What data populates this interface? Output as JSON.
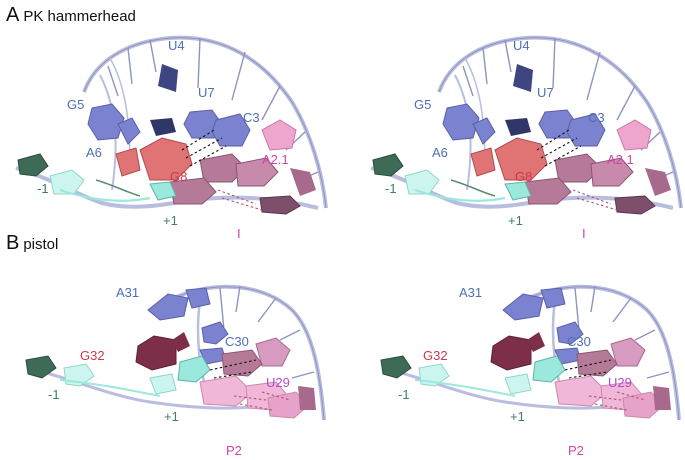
{
  "panels": [
    {
      "letter": "A",
      "name": "PK hammerhead",
      "labels": {
        "u4": "U4",
        "g5": "G5",
        "u7": "U7",
        "c3": "C3",
        "a6": "A6",
        "a21": "A2.1",
        "g8": "G8",
        "m1": "-1",
        "p1": "+1",
        "i": "I"
      }
    },
    {
      "letter": "B",
      "name": "pistol",
      "labels": {
        "a31": "A31",
        "c30": "C30",
        "g32": "G32",
        "u29": "U29",
        "m1": "-1",
        "p1": "+1",
        "p2": "P2"
      }
    }
  ],
  "colors": {
    "backbone": "#b9bee0",
    "backbone_dark": "#8e94c0",
    "blue": "#7b82cf",
    "blue_label": "#4f6fb5",
    "navy": "#3d4680",
    "red": "#e07373",
    "red_label": "#cc3a4a",
    "pink": "#eea6cf",
    "pink_dark": "#a76a8c",
    "magenta_label": "#cf45a6",
    "teal": "#9be8dc",
    "green_dark": "#3e6b55",
    "green_label": "#3f7e6a",
    "maroon": "#7d2f4a",
    "violet_label": "#b14fcf"
  }
}
